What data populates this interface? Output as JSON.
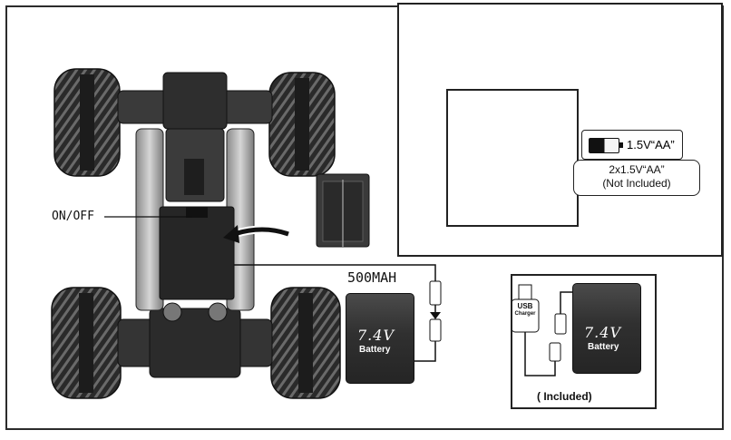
{
  "labels": {
    "on_off": "ON/OFF",
    "capacity": "500MAH",
    "aa_label": "1.5V“AA”",
    "aa_count": "2x1.5V“AA”",
    "aa_note": "(Not Included)",
    "included": "( Included)",
    "usb_line1": "USB",
    "usb_line2": "Charger"
  },
  "battery_pack": {
    "voltage": "7.4V",
    "word": "Battery"
  },
  "icons": [
    "rc-car-chassis-icon",
    "receiver-icon",
    "remote-controller-icon",
    "aa-battery-icon",
    "battery-pack-icon",
    "usb-charger-icon",
    "connector-icon",
    "screwdriver-icon",
    "arrow-icon"
  ],
  "colors": {
    "line": "#111111",
    "tire": "#2a2a2a",
    "battery": "#333333"
  }
}
